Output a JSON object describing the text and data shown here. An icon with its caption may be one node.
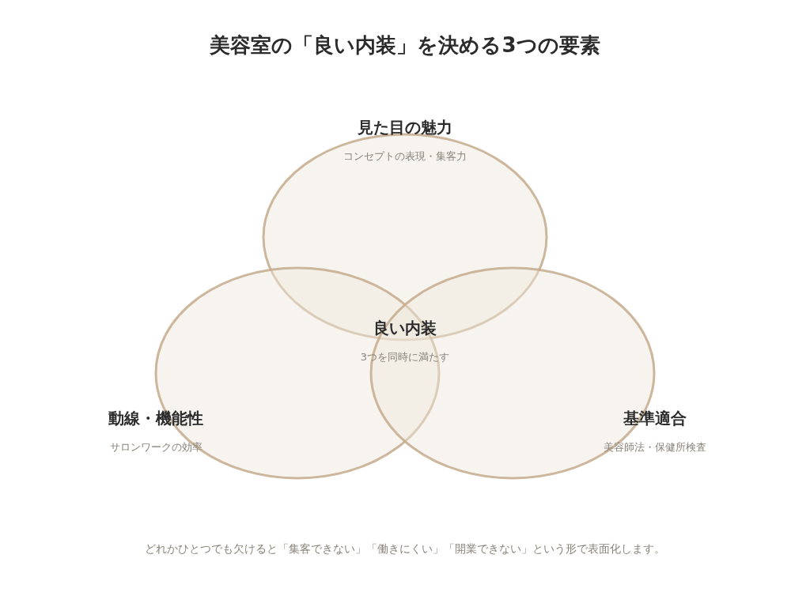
{
  "diagram": {
    "title": "美容室の「良い内装」を決める3つの要素",
    "nodes": [
      {
        "text": [
          "見た目の魅力",
          "コンセプトの表現・集客力"
        ]
      },
      {
        "text": [
          "動線・機能性",
          "サロンワークの効率"
        ]
      },
      {
        "text": [
          "基準適合",
          "美容師法・保健所検査"
        ]
      }
    ],
    "labels": [
      "良い内装",
      "3つを同時に満たす"
    ],
    "caption": "どれかひとつでも欠けると「集客できない」「働きにくい」「開業できない」という形で表面化します。"
  }
}
